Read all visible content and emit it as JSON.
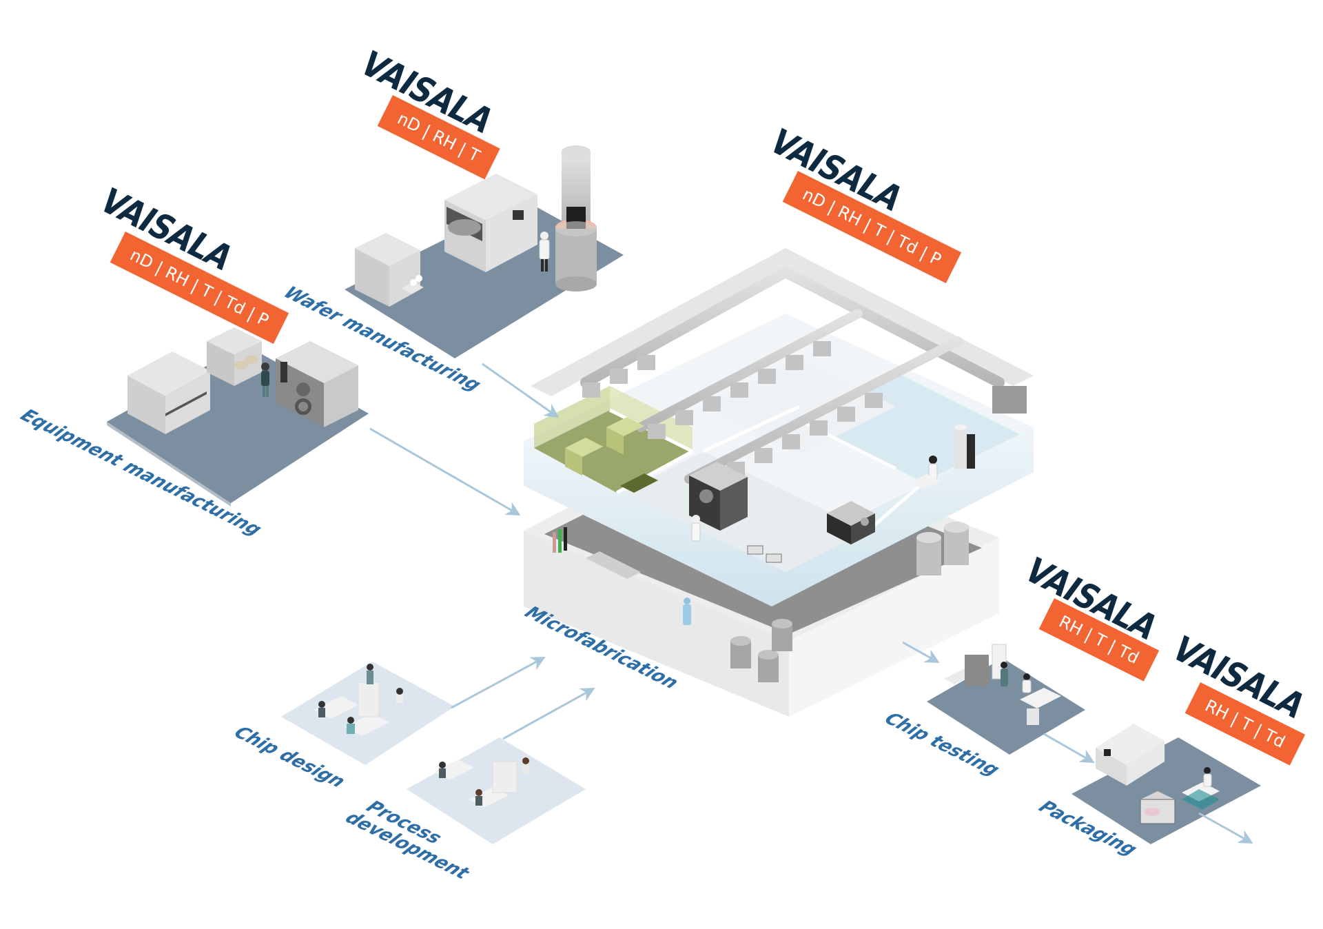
{
  "title": "Semiconductor manufacturing value chain",
  "brand": "VAISALA",
  "colors": {
    "brand_navy": "#0e2a40",
    "badge_orange": "#f26532",
    "label_blue": "#2e6ea6",
    "arrow_blue": "#a9c7da",
    "floor_slate": "#7b8fa1",
    "office_floor": "#dde6ee",
    "cleanroom_green": "#c9d79a"
  },
  "stations": [
    {
      "id": "equipment-manufacturing",
      "label": "Equipment manufacturing",
      "badge": [
        "nD",
        "RH",
        "T",
        "Td",
        "P"
      ]
    },
    {
      "id": "wafer-manufacturing",
      "label": "Wafer manufacturing",
      "badge": [
        "nD",
        "RH",
        "T"
      ]
    },
    {
      "id": "microfabrication",
      "label": "Microfabrication",
      "badge": [
        "nD",
        "RH",
        "T",
        "Td",
        "P"
      ]
    },
    {
      "id": "chip-design",
      "label": "Chip design"
    },
    {
      "id": "process-development",
      "label": "Process development",
      "label_lines": [
        "Process",
        "development"
      ]
    },
    {
      "id": "chip-testing",
      "label": "Chip testing",
      "badge": [
        "RH",
        "T",
        "Td"
      ]
    },
    {
      "id": "packaging",
      "label": "Packaging",
      "badge": [
        "RH",
        "T",
        "Td"
      ]
    }
  ],
  "badges": {
    "equipment": "nD | RH | T | Td | P",
    "wafer": "nD | RH | T",
    "microfab": "nD | RH | T | Td | P",
    "testing": "RH | T | Td",
    "packaging": "RH | T | Td"
  },
  "flows": [
    {
      "from": "equipment-manufacturing",
      "to": "microfabrication"
    },
    {
      "from": "wafer-manufacturing",
      "to": "microfabrication"
    },
    {
      "from": "chip-design",
      "to": "microfabrication"
    },
    {
      "from": "process-development",
      "to": "microfabrication"
    },
    {
      "from": "microfabrication",
      "to": "chip-testing"
    },
    {
      "from": "chip-testing",
      "to": "packaging"
    },
    {
      "from": "packaging",
      "to": "output"
    }
  ]
}
